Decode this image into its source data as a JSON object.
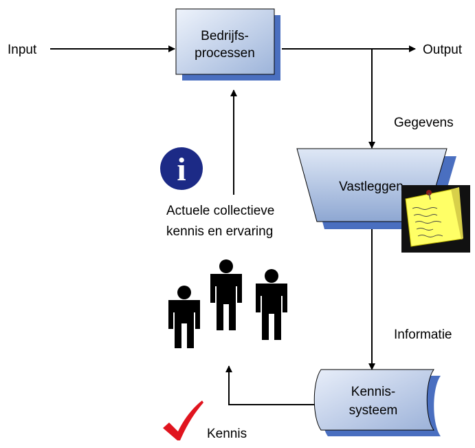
{
  "labels": {
    "input": "Input",
    "output": "Output",
    "gegevens": "Gegevens",
    "informatie": "Informatie",
    "kennis": "Kennis",
    "actuele_line1": "Actuele collectieve",
    "actuele_line2": "kennis en ervaring"
  },
  "nodes": {
    "bedrijfsprocessen": {
      "line1": "Bedrijfs-",
      "line2": "processen"
    },
    "vastleggen": {
      "label": "Vastleggen"
    },
    "kennissysteem": {
      "line1": "Kennis-",
      "line2": "systeem"
    }
  },
  "icons": {
    "info": "i",
    "info_color": "#1c2a86",
    "checkmark_color": "#e0141e",
    "note_color": "#ffff66",
    "people_count": 3
  },
  "colors": {
    "node_fill_light": "#e8eef9",
    "node_fill_dark": "#9fb6dc",
    "shadow": "#4a6fc0"
  }
}
